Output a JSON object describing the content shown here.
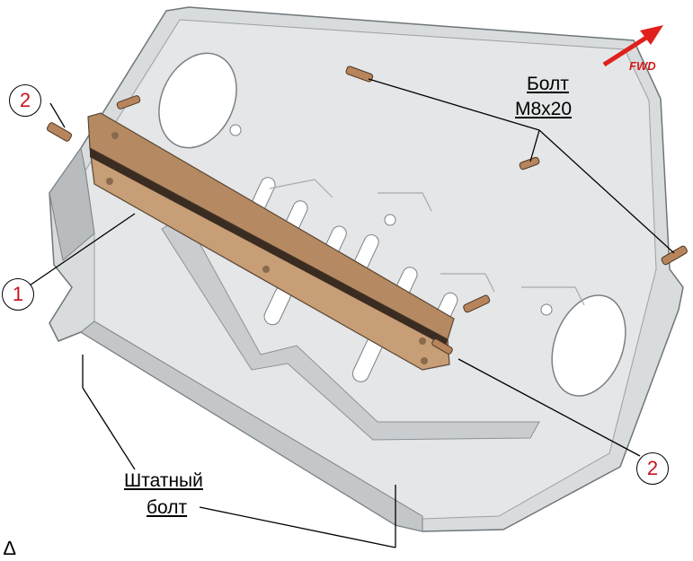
{
  "bolt_label": {
    "line1": "Болт",
    "line2": "M8x20"
  },
  "stock_bolt_label": {
    "line1": "Штатный",
    "line2": "болт"
  },
  "direction": {
    "text": "FWD",
    "color": "#e0201c"
  },
  "callouts": {
    "part1": "1",
    "part2_left": "2",
    "part2_right": "2"
  },
  "colors": {
    "plate": "#d9dcdd",
    "plate_edge": "#8d9296",
    "bracket": "#c79e76",
    "watermark": "#efe0da"
  }
}
